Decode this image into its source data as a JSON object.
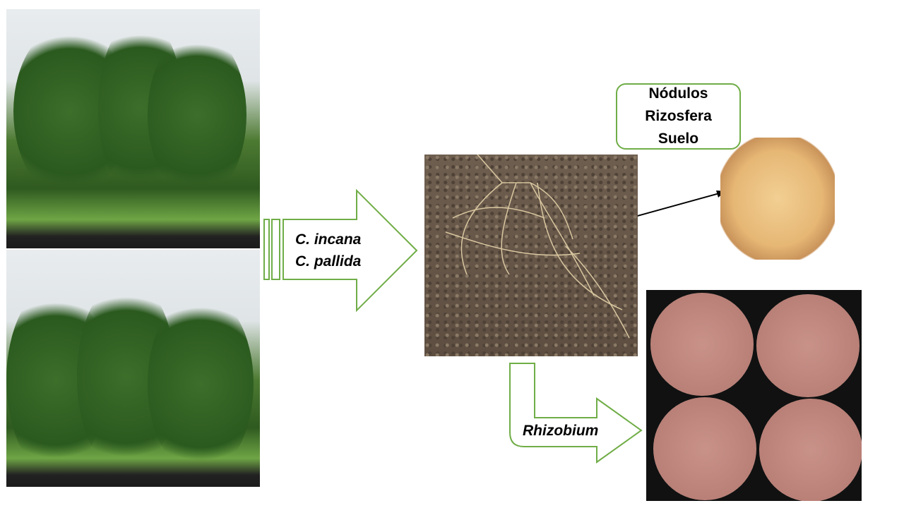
{
  "species_arrow": {
    "lines": [
      "C. incana",
      "C. pallida"
    ]
  },
  "sample_box": {
    "lines": [
      "Nódulos",
      "Rizosfera",
      "Suelo"
    ]
  },
  "isolation_arrow": {
    "label": "Rhizobium"
  },
  "colors": {
    "arrow_outline": "#70ad47"
  }
}
